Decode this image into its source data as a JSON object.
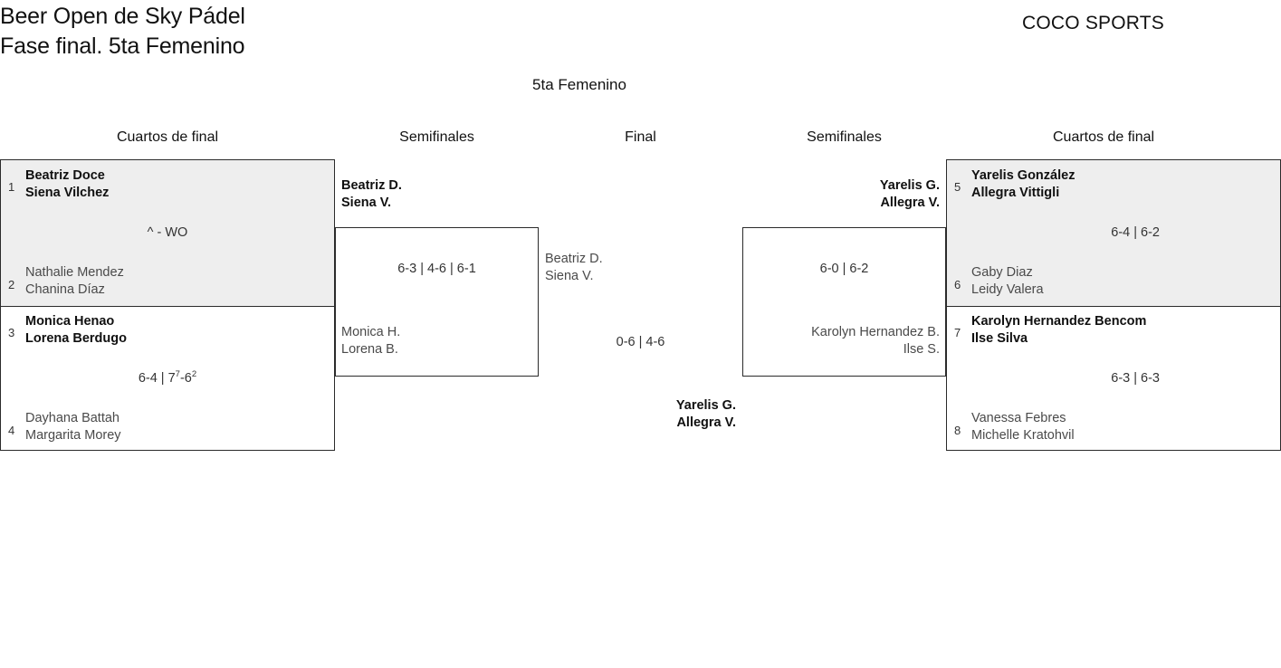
{
  "header": {
    "tournament_line1": "Beer Open de Sky Pádel",
    "tournament_line2": "Fase final. 5ta Femenino",
    "brand": "COCO SPORTS"
  },
  "bracket": {
    "title": "5ta Femenino",
    "rounds": {
      "qf_left": "Cuartos de final",
      "sf_left": "Semifinales",
      "final": "Final",
      "sf_right": "Semifinales",
      "qf_right": "Cuartos de final"
    },
    "quarterfinals_left": [
      {
        "seed_top": "1",
        "team_top_line1": "Beatriz Doce",
        "team_top_line2": "Siena Vilchez",
        "seed_bottom": "2",
        "team_bottom_line1": "Nathalie Mendez",
        "team_bottom_line2": "Chanina Díaz",
        "score": "^ - WO",
        "winner": "top",
        "shaded": true
      },
      {
        "seed_top": "3",
        "team_top_line1": "Monica Henao",
        "team_top_line2": "Lorena Berdugo",
        "seed_bottom": "4",
        "team_bottom_line1": "Dayhana Battah",
        "team_bottom_line2": "Margarita Morey",
        "score_prefix": "6-4 | 7",
        "score_sup1": "7",
        "score_mid": "-6",
        "score_sup2": "2",
        "winner": "top",
        "shaded": false
      }
    ],
    "quarterfinals_right": [
      {
        "seed_top": "5",
        "team_top_line1": "Yarelis González",
        "team_top_line2": "Allegra Vittigli",
        "seed_bottom": "6",
        "team_bottom_line1": "Gaby Diaz",
        "team_bottom_line2": "Leidy Valera",
        "score": "6-4 | 6-2",
        "winner": "top",
        "shaded": true
      },
      {
        "seed_top": "7",
        "team_top_line1": "Karolyn Hernandez Bencom",
        "team_top_line2": "Ilse Silva",
        "seed_bottom": "8",
        "team_bottom_line1": "Vanessa Febres",
        "team_bottom_line2": "Michelle Kratohvil",
        "score": "6-3 | 6-3",
        "winner": "top",
        "shaded": false
      }
    ],
    "semifinal_left": {
      "team_top_line1": "Beatriz D.",
      "team_top_line2": "Siena V.",
      "team_bottom_line1": "Monica H.",
      "team_bottom_line2": "Lorena B.",
      "score": "6-3 | 4-6 | 6-1",
      "winner": "top"
    },
    "semifinal_right": {
      "team_top_line1": "Yarelis G.",
      "team_top_line2": "Allegra V.",
      "team_bottom_line1": "Karolyn Hernandez B.",
      "team_bottom_line2": "Ilse S.",
      "score": "6-0 | 6-2",
      "winner": "top"
    },
    "final": {
      "team_left_line1": "Beatriz D.",
      "team_left_line2": "Siena V.",
      "team_right_line1": "Yarelis G.",
      "team_right_line2": "Allegra V.",
      "score": "0-6 | 4-6",
      "winner": "right"
    }
  },
  "colors": {
    "shade": "#eeeeee",
    "border": "#2b2b2b",
    "text": "#1a1a1a",
    "muted": "#4a4a4a"
  }
}
